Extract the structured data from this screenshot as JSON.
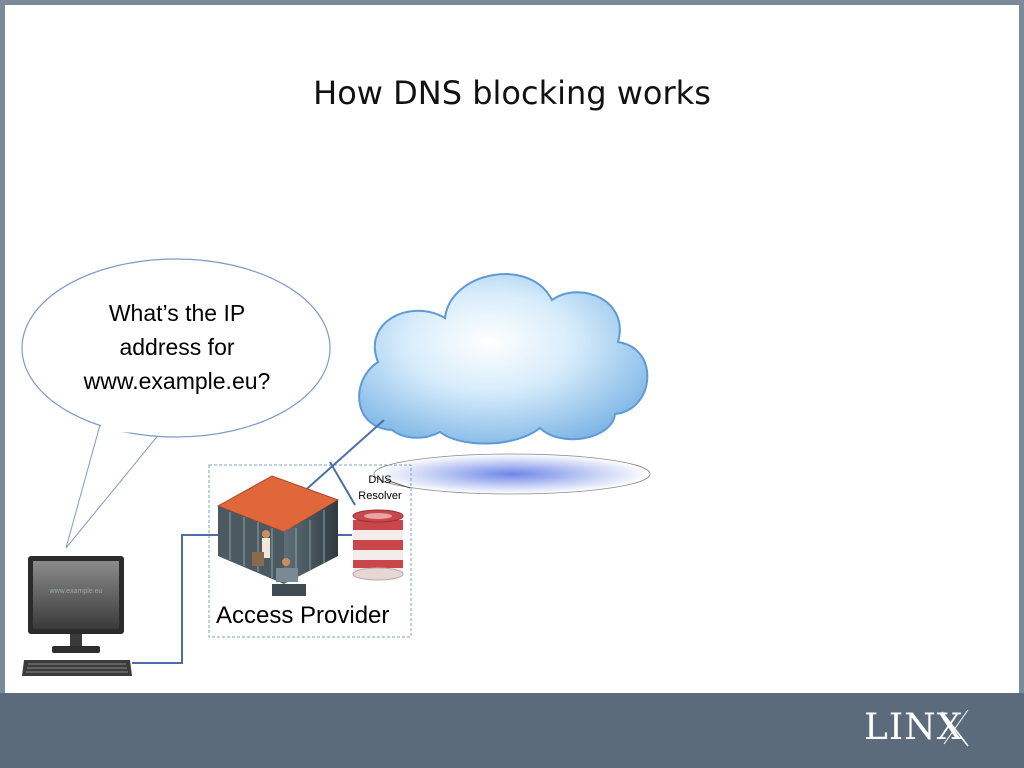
{
  "slide": {
    "title": "How DNS blocking works"
  },
  "speech_bubble": {
    "line1": "What’s the IP",
    "line2": "address for",
    "line3": "www.example.eu?"
  },
  "access_provider": {
    "label": "Access Provider"
  },
  "dns_resolver": {
    "line1": "DNS",
    "line2": "Resolver"
  },
  "computer": {
    "screen_text": "www.example.eu"
  },
  "footer": {
    "logo_text": "LINX"
  },
  "colors": {
    "footer": "#5c6b7c",
    "border": "#7b8a99",
    "link_line": "#4a6fa8",
    "cloud": "#9cc8ee",
    "server_roof": "#e0673a",
    "dns_stripe": "#c9464a"
  }
}
